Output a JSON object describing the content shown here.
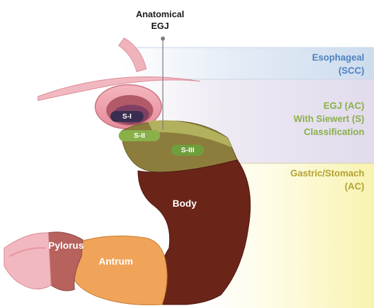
{
  "title": "Anatomical\nEGJ",
  "zones": {
    "esophageal": "Esophageal\n(SCC)",
    "egj": "EGJ (AC)\nWith Siewert (S)\nClassification",
    "gastric": "Gastric/Stomach\n(AC)"
  },
  "siewert": {
    "s1": "S-I",
    "s2": "S-II",
    "s3": "S-III"
  },
  "regions": {
    "body": "Body",
    "antrum": "Antrum",
    "pylorus": "Pylorus"
  },
  "colors": {
    "esophageal_band": "#dbe6f3",
    "egj_band": "#ece8f2",
    "gastric_band": "#fbf8c4",
    "stomach_body": "#6b2518",
    "antrum": "#efa45a",
    "pylorus": "#b7625c",
    "egj_zone": "#8a7a3a"
  }
}
